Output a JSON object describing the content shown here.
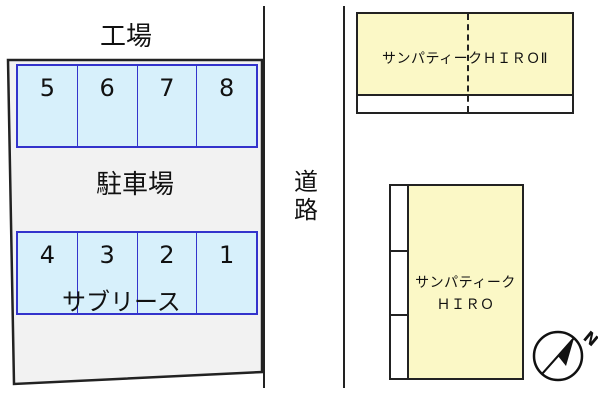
{
  "labels": {
    "factory": "工場",
    "parking": "駐車場",
    "road": "道路",
    "sublease": "サブリース"
  },
  "parking_spaces": {
    "top_row": [
      "5",
      "6",
      "7",
      "8"
    ],
    "bottom_row": [
      "4",
      "3",
      "2",
      "1"
    ]
  },
  "buildings": {
    "hiro_ii": "サンパティークＨＩＲＯⅡ",
    "hiro_line1": "サンパティーク",
    "hiro_line2": "ＨＩＲＯ"
  },
  "compass": {
    "north_label": "N"
  },
  "colors": {
    "space_fill": "#d7f0fb",
    "space_border": "#3333cc",
    "building_fill": "#fbf8c6",
    "lot_fill": "#f2f2f2"
  }
}
